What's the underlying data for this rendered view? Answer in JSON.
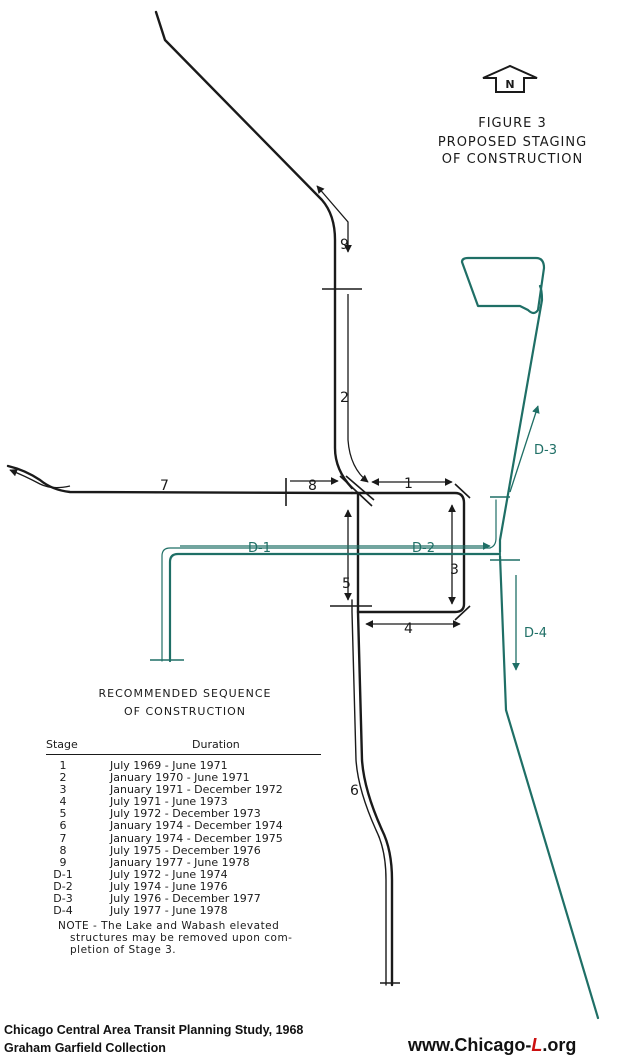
{
  "figure": {
    "title": "FIGURE 3",
    "subtitle_line1": "PROPOSED STAGING",
    "subtitle_line2": "OF CONSTRUCTION",
    "north_label": "N"
  },
  "map_labels": {
    "stage_1": "1",
    "stage_2": "2",
    "stage_3": "3",
    "stage_4": "4",
    "stage_5": "5",
    "stage_6": "6",
    "stage_7": "7",
    "stage_8": "8",
    "stage_9": "9",
    "stage_d1": "D-1",
    "stage_d2": "D-2",
    "stage_d3": "D-3",
    "stage_d4": "D-4"
  },
  "legend": {
    "title_line1": "RECOMMENDED SEQUENCE",
    "title_line2": "OF CONSTRUCTION",
    "col_stage": "Stage",
    "col_duration": "Duration",
    "rows": [
      {
        "stage": "1",
        "duration": "July 1969 - June 1971"
      },
      {
        "stage": "2",
        "duration": "January 1970 - June 1971"
      },
      {
        "stage": "3",
        "duration": "January 1971 - December 1972"
      },
      {
        "stage": "4",
        "duration": "July 1971 - June 1973"
      },
      {
        "stage": "5",
        "duration": "July 1972 - December 1973"
      },
      {
        "stage": "6",
        "duration": "January 1974 - December 1974"
      },
      {
        "stage": "7",
        "duration": "January 1974 - December 1975"
      },
      {
        "stage": "8",
        "duration": "July 1975 - December 1976"
      },
      {
        "stage": "9",
        "duration": "January 1977 - June 1978"
      },
      {
        "stage": "D-1",
        "duration": "July 1972 - June 1974"
      },
      {
        "stage": "D-2",
        "duration": "July 1974 - June 1976"
      },
      {
        "stage": "D-3",
        "duration": "July 1976 - December 1977"
      },
      {
        "stage": "D-4",
        "duration": "July 1977 - June 1978"
      }
    ],
    "note_line1": "NOTE - The Lake and Wabash elevated",
    "note_line2": "structures may be removed upon com-",
    "note_line3": "pletion of Stage 3."
  },
  "credits": {
    "line1": "Chicago Central Area Transit Planning Study, 1968",
    "line2": "Graham Garfield Collection",
    "site_prefix": "www.Chicago-",
    "site_brand": "L",
    "site_suffix": ".org"
  },
  "colors": {
    "ink": "#1a1a1a",
    "distributor": "#1f6f66",
    "brand_red": "#cc1111"
  }
}
